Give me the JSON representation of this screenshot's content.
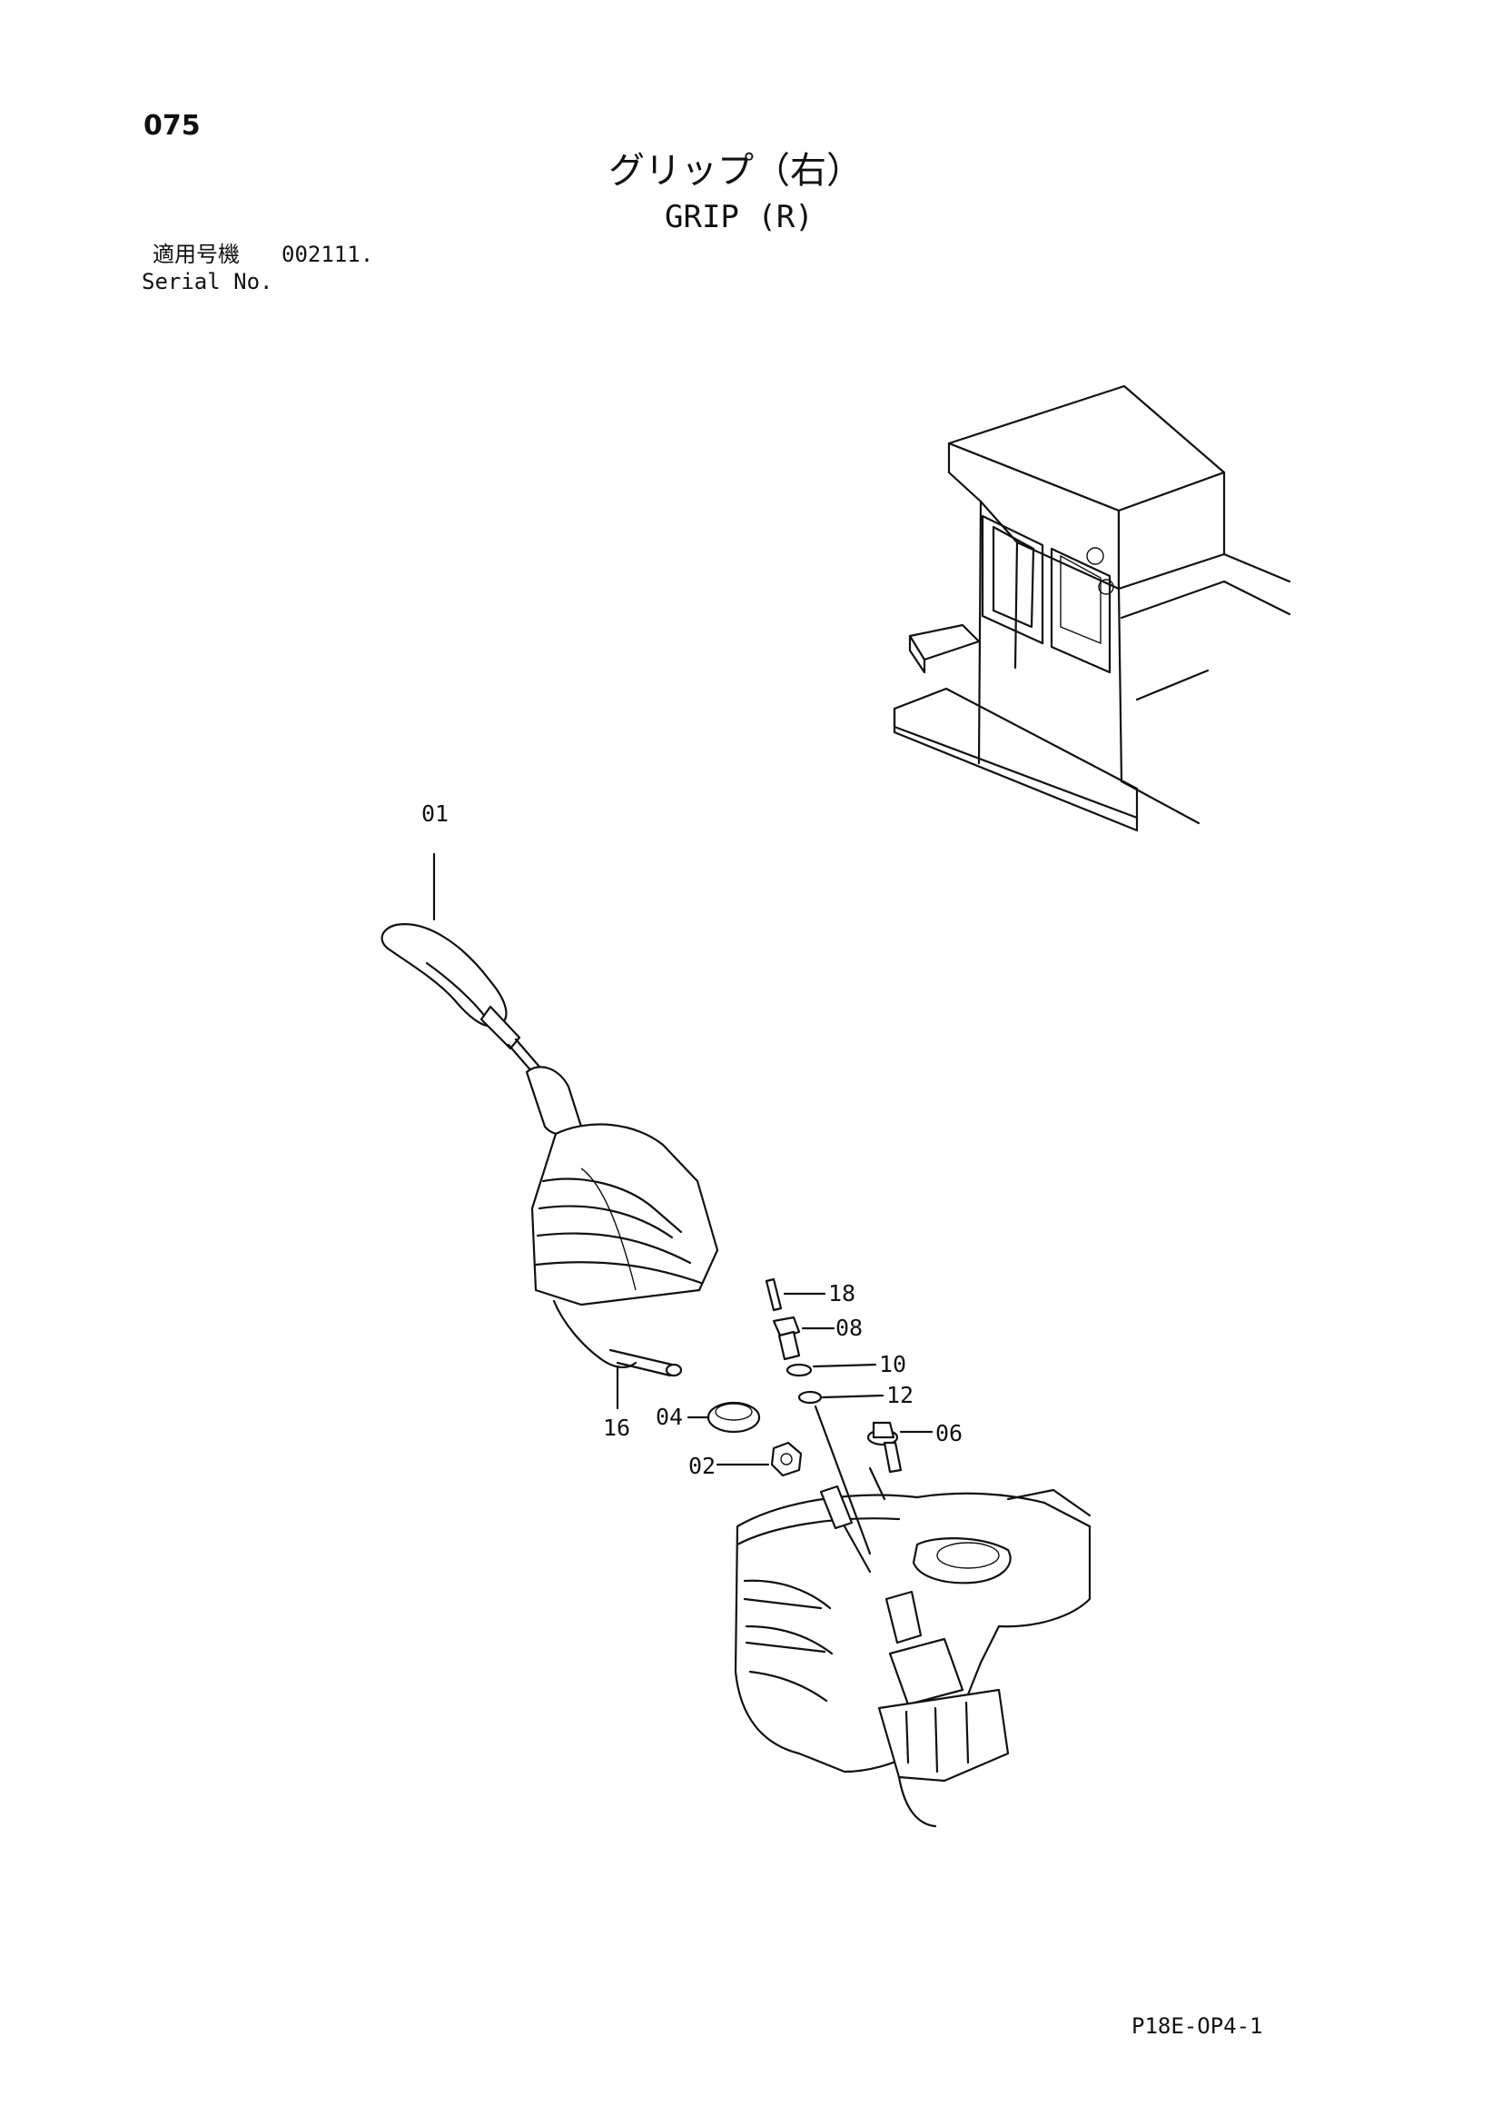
{
  "page_number": "075",
  "title_jp": "グリップ（右）",
  "title_en": "GRIP (R)",
  "serial_label_jp": "適用号機",
  "serial_value": "002111.",
  "serial_label_en": "Serial No.",
  "document_code": "P18E-OP4-1",
  "callouts": {
    "p01": "01",
    "p02": "02",
    "p04": "04",
    "p06": "06",
    "p08": "08",
    "p10": "10",
    "p12": "12",
    "p16": "16",
    "p18": "18"
  }
}
